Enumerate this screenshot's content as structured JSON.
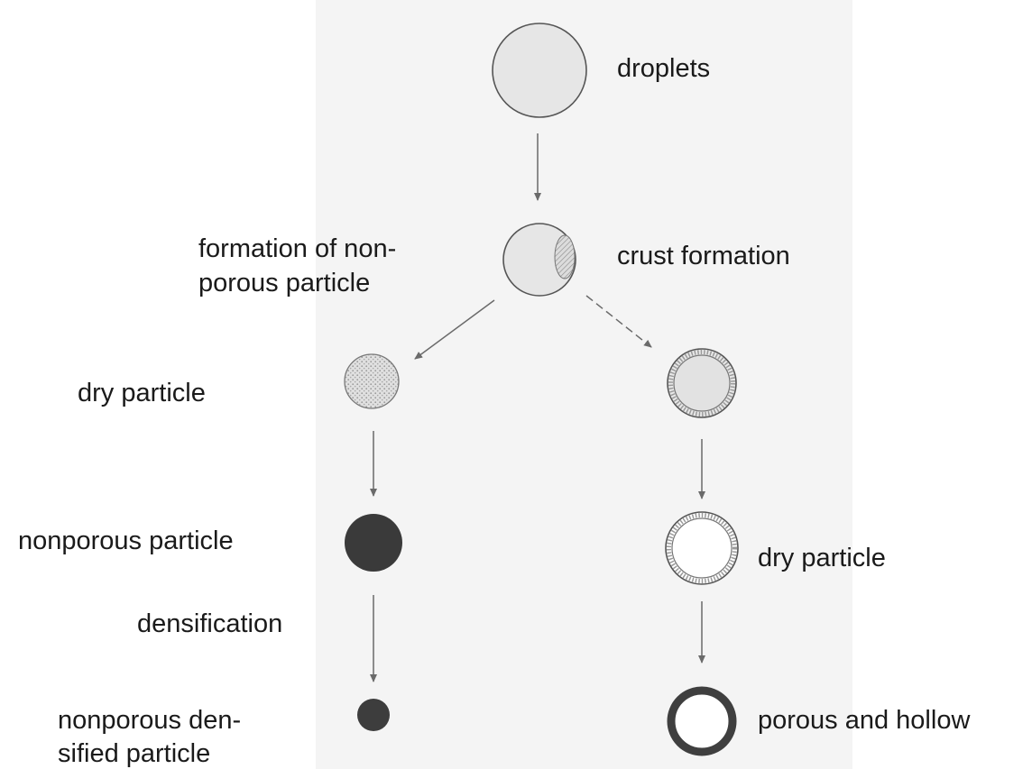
{
  "labels": {
    "droplets": "droplets",
    "crust_formation": "crust formation",
    "nonporous_formation_line1": "formation of non-",
    "nonporous_formation_line2": "porous particle",
    "dry_particle_left": "dry particle",
    "nonporous_particle": "nonporous particle",
    "densification": "densification",
    "densified_line1": "nonporous den-",
    "densified_line2": "sified particle",
    "dry_particle_right": "dry particle",
    "porous_hollow": "porous and hollow"
  },
  "colors": {
    "background": "#ffffff",
    "panel": "#f4f4f4",
    "droplet_fill": "#e6e6e6",
    "outline": "#555555",
    "dense_fill": "#3a3a3a",
    "arrow": "#6a6a6a",
    "text": "#1a1a1a"
  }
}
